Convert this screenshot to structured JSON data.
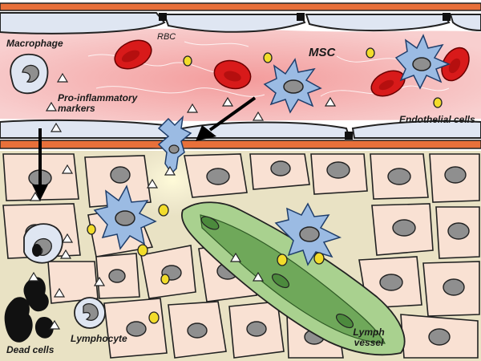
{
  "labels": {
    "rbc": "RBC",
    "macrophage": "Macrophage",
    "pro_inflammatory": "Pro-inflammatory markers",
    "msc": "MSC",
    "endothelial": "Endothelial cells",
    "lymphocyte": "Lymphocyte",
    "dead_cells": "Dead cells",
    "lymph_vessel": "Lymph vessel"
  },
  "colors": {
    "vessel_wall": "#e8703a",
    "blood_lumen": "#f6c0c0",
    "endothelium": "#dfe6f2",
    "tissue_bg": "#f7f1dc",
    "tissue_cell": "#f9e1d3",
    "nucleus": "#8f8f8f",
    "rbc": "#d81a1a",
    "msc": "#9bbbe3",
    "marker_dot": "#f2dc2b",
    "lymph_vessel": "#8fc177"
  }
}
